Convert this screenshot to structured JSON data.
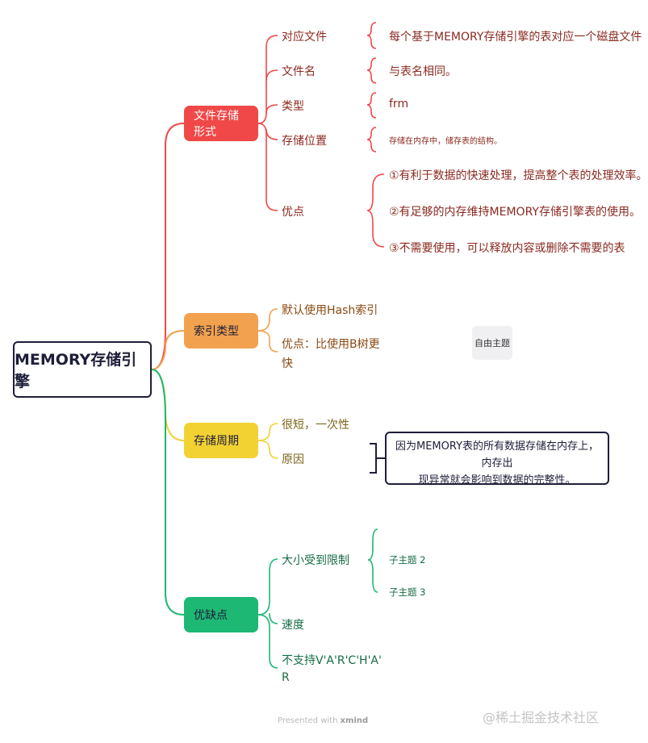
{
  "root": "MEMORY存储引擎",
  "branches": {
    "storage_form": {
      "label": "文件存储形式",
      "items": [
        {
          "label": "对应文件",
          "detail": "每个基于MEMORY存储引擎的表对应一个磁盘文件"
        },
        {
          "label": "文件名",
          "detail": "与表名相同。"
        },
        {
          "label": "类型",
          "detail": "frm"
        },
        {
          "label": "存储位置",
          "detail": "存储在内存中，储存表的结构。"
        },
        {
          "label": "优点",
          "details": [
            "①有利于数据的快速处理，提高整个表的处理效率。",
            "②有足够的内存维持MEMORY存储引擎表的使用。",
            "③不需要使用，可以释放内容或删除不需要的表"
          ]
        }
      ]
    },
    "index_type": {
      "label": "索引类型",
      "items": [
        "默认使用Hash索引",
        "优点：比使用B树更",
        "快"
      ]
    },
    "storage_period": {
      "label": "存储周期",
      "items": [
        "很短，一次性",
        "原因"
      ],
      "reason": [
        "因为MEMORY表的所有数据存储在内存上，内存出",
        "现异常就会影响到数据的完整性。"
      ]
    },
    "pros_cons": {
      "label": "优缺点",
      "items": [
        "大小受到限制",
        "速度",
        "不支持V'A'R'C'H'A'",
        "R"
      ],
      "subtopics": [
        "子主题 2",
        "子主题 3"
      ]
    }
  },
  "floating_topic": "自由主题",
  "footer": {
    "prefix": "Presented with ",
    "brand": "xmind"
  },
  "watermark": "@稀土掘金技术社区",
  "colors": {
    "red": "#f04848",
    "orange": "#f2a24e",
    "yellow": "#f2d233",
    "green": "#1db873",
    "dark": "#1e1e3a"
  }
}
